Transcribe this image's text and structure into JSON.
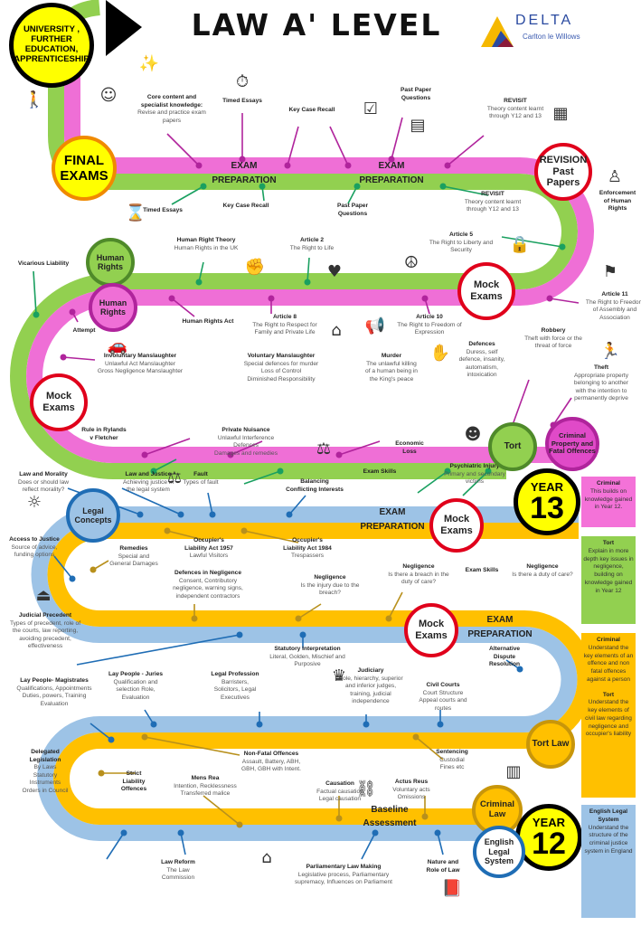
{
  "header": {
    "title": "LAW A' LEVEL",
    "logo_name": "DELTA",
    "logo_sub": "Carlton le Willows"
  },
  "colors": {
    "pink": "#ef6fd6",
    "green": "#92d050",
    "blue": "#9dc3e6",
    "yellow": "#ffc000",
    "red": "#e0001b",
    "circle_yellow": "#ffff00"
  },
  "circles": [
    {
      "text": "UNIVERSITY , FURTHER EDUCATION, APPRENTICESHIP"
    },
    {
      "text": "FINAL EXAMS"
    },
    {
      "text": "REVISION Past Papers"
    },
    {
      "text": "Human Rights"
    },
    {
      "text": "Human Rights"
    },
    {
      "text": "Mock Exams"
    },
    {
      "text": "Mock Exams"
    },
    {
      "text": "Tort"
    },
    {
      "text": "Criminal Property and Fatal Offences"
    },
    {
      "text": "Legal Concepts"
    },
    {
      "text": "Mock Exams"
    },
    {
      "text": "YEAR 13"
    },
    {
      "text": "Mock Exams"
    },
    {
      "text": "Tort Law"
    },
    {
      "text": "Criminal Law"
    },
    {
      "text": "YEAR 12"
    },
    {
      "text": "English Legal System"
    }
  ],
  "bands": [
    "EXAM",
    "PREPARATION",
    "EXAM",
    "PREPARATION",
    "EXAM",
    "PREPARATION",
    "EXAM",
    "PREPARATION",
    "Baseline",
    "Assessment"
  ],
  "labels": [
    {
      "title": "Core content and specialist knowledge:",
      "lines": [
        "Revise and practice exam papers"
      ]
    },
    {
      "title": "Timed Essays",
      "lines": []
    },
    {
      "title": "Key Case Recall",
      "lines": []
    },
    {
      "title": "Past Paper Questions",
      "lines": []
    },
    {
      "title": "REVISIT",
      "lines": [
        "Theory content learnt through Y12 and 13"
      ]
    },
    {
      "title": "Timed Essays",
      "lines": []
    },
    {
      "title": "Key Case Recall",
      "lines": []
    },
    {
      "title": "Past Paper Questions",
      "lines": []
    },
    {
      "title": "REVISIT",
      "lines": [
        "Theory content learnt through Y12 and 13"
      ]
    },
    {
      "title": "Enforcement of Human Rights",
      "lines": []
    },
    {
      "title": "Vicarious Liability",
      "lines": []
    },
    {
      "title": "Human Right Theory",
      "lines": [
        "Human Rights in the UK"
      ]
    },
    {
      "title": "Article 2",
      "lines": [
        "The Right to Life"
      ]
    },
    {
      "title": "Article 5",
      "lines": [
        "The Right to Liberty and Security"
      ]
    },
    {
      "title": "Article 11",
      "lines": [
        "The Right to Freedom of Assembly and Association"
      ]
    },
    {
      "title": "Attempt",
      "lines": []
    },
    {
      "title": "Human Rights Act",
      "lines": []
    },
    {
      "title": "Article 8",
      "lines": [
        "The Right to Respect for Family and Private Life"
      ]
    },
    {
      "title": "Article 10",
      "lines": [
        "The Right to Freedom of Expression"
      ]
    },
    {
      "title": "Robbery",
      "lines": [
        "Theft with force or the threat of force"
      ]
    },
    {
      "title": "Defences",
      "lines": [
        "Duress, self defence, insanity, automatism, intoxication"
      ]
    },
    {
      "title": "Involuntary Manslaughter",
      "lines": [
        "Unlawful Act Manslaughter",
        "Gross Negligence Manslaughter"
      ]
    },
    {
      "title": "Voluntary Manslaughter",
      "lines": [
        "Special defences for murder",
        "Loss of Control",
        "Diminished Responsibility"
      ]
    },
    {
      "title": "Murder",
      "lines": [
        "The unlawful killing of a human being in the King's peace"
      ]
    },
    {
      "title": "Theft",
      "lines": [
        "Appropriate property belonging to another with the intention to permanently deprive"
      ]
    },
    {
      "title": "Rule in Rylands v Fletcher",
      "lines": []
    },
    {
      "title": "Private Nuisance",
      "lines": [
        "Unlawful Interference",
        "Defences",
        "Damages and remedies"
      ]
    },
    {
      "title": "Economic Loss",
      "lines": []
    },
    {
      "title": "Psychiatric Injury",
      "lines": [
        "Primary and secondary victims"
      ]
    },
    {
      "title": "Exam Skills",
      "lines": []
    },
    {
      "title": "Law and Morality",
      "lines": [
        "Does or should law reflect morality?"
      ]
    },
    {
      "title": "Law and Justice",
      "lines": [
        "Achieving justice in the legal system"
      ]
    },
    {
      "title": "Fault",
      "lines": [
        "Types of fault"
      ]
    },
    {
      "title": "Balancing Conflicting Interests",
      "lines": []
    },
    {
      "title": "Access to Justice",
      "lines": [
        "Source of advice, funding options"
      ]
    },
    {
      "title": "Remedies",
      "lines": [
        "Special and General Damages"
      ]
    },
    {
      "title": "Occupier's Liability Act 1957",
      "lines": [
        "Lawful Visitors"
      ]
    },
    {
      "title": "Occupier's Liability Act 1984",
      "lines": [
        "Trespassers"
      ]
    },
    {
      "title": "Defences in Negligence",
      "lines": [
        "Consent, Contributory negligence, warning signs, independent contractors"
      ]
    },
    {
      "title": "Negligence",
      "lines": [
        "Is the injury due to the breach?"
      ]
    },
    {
      "title": "Negligence",
      "lines": [
        "Is there a breach in the duty of care?"
      ]
    },
    {
      "title": "Exam Skills",
      "lines": []
    },
    {
      "title": "Negligence",
      "lines": [
        "Is there a duty of care?"
      ]
    },
    {
      "title": "Judicial Precedent",
      "lines": [
        "Types of precedent, role of the courts, law reporting, avoiding precedent, effectiveness"
      ]
    },
    {
      "title": "Statutory Interpretation",
      "lines": [
        "Literal, Golden, Mischief and Purposive"
      ]
    },
    {
      "title": "Alternative Dispute Resolution",
      "lines": []
    },
    {
      "title": "Lay People - Juries",
      "lines": [
        "Qualification and selection Role, Evaluation"
      ]
    },
    {
      "title": "Legal Profession",
      "lines": [
        "Barristers, Solicitors, Legal Executives"
      ]
    },
    {
      "title": "Judiciary",
      "lines": [
        "Role, hierarchy, superior and inferior judges, training, judicial independence"
      ]
    },
    {
      "title": "Civil Courts",
      "lines": [
        "Court Structure",
        "Appeal courts and routes"
      ]
    },
    {
      "title": "Lay People- Magistrates",
      "lines": [
        "Qualifications, Appointments Duties, powers, Training Evaluation"
      ]
    },
    {
      "title": "Delegated Legislation",
      "lines": [
        "By Laws",
        "Statutory Instruments",
        "Orders in Council"
      ]
    },
    {
      "title": "Non-Fatal Offences",
      "lines": [
        "Assault, Battery, ABH, GBH, GBH with Intent."
      ]
    },
    {
      "title": "Sentencing",
      "lines": [
        "Custodial",
        "Fines etc"
      ]
    },
    {
      "title": "Strict Liability Offences",
      "lines": []
    },
    {
      "title": "Mens Rea",
      "lines": [
        "Intention, Recklessness",
        "Transferred malice"
      ]
    },
    {
      "title": "Causation",
      "lines": [
        "Factual causation",
        "Legal causation"
      ]
    },
    {
      "title": "Actus Reus",
      "lines": [
        "Voluntary acts",
        "Omissions"
      ]
    },
    {
      "title": "Law Reform",
      "lines": [
        "The Law Commission"
      ]
    },
    {
      "title": "Parliamentary Law Making",
      "lines": [
        "Legislative process, Parliamentary supremacy, Influences on Parliament"
      ]
    },
    {
      "title": "Nature and Role of Law",
      "lines": []
    }
  ],
  "side_boxes": [
    {
      "title": "Criminal",
      "lines": [
        "This builds on knowledge gained in Year 12."
      ],
      "color": "#f472d8"
    },
    {
      "title": "Tort",
      "lines": [
        "Explain in more depth key issues in negligence, building on knowledge gained in Year 12"
      ],
      "color": "#92d050"
    },
    {
      "title": "Criminal",
      "lines": [
        "Understand the key elements of an offence and non fatal offences against a person"
      ],
      "title2": "Tort",
      "lines2": [
        "Understand the key elements of civil law regarding negligence and occupier's liability"
      ],
      "color": "#ffc000"
    },
    {
      "title": "English Legal System",
      "lines": [
        "Understand the structure of the criminal justice system in England"
      ],
      "color": "#9dc3e6"
    }
  ],
  "icons": [
    "party-popper-icon",
    "celebrating-people-icon",
    "stopwatch-icon",
    "checklist-icon",
    "exam-paper-icon",
    "books-icon",
    "hourglass-icon",
    "police-officer-icon",
    "raised-fists-icon",
    "heart-person-icon",
    "dove-hands-icon",
    "padlock-shield-icon",
    "protest-icon",
    "car-crash-icon",
    "family-house-icon",
    "megaphone-icon",
    "running-thief-icon",
    "karate-icon",
    "gavel-icon",
    "scales-icon",
    "brain-head-icon",
    "handcuffs-icon",
    "judge-icon",
    "prison-icon",
    "parliament-icon",
    "law-book-icon",
    "ethics-icon",
    "courthouse-icon",
    "stairs-climber-icon"
  ]
}
